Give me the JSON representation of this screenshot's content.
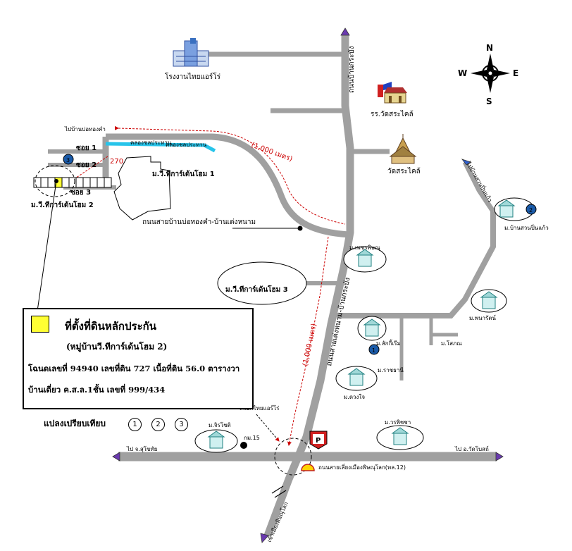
{
  "compass": {
    "n": "N",
    "s": "S",
    "e": "E",
    "w": "W"
  },
  "landmarks": {
    "factory": "โรงงานไทยแอร์โร่",
    "school": "รร.วัดสระไคล้",
    "temple": "วัดสระไคล้",
    "to_bo_thong_kham": "ไปบ้านบ่อทองคำ",
    "soi1": "ซอย  1",
    "soi2": "ซอย  2",
    "soi3": "ซอย  3",
    "dist_270": "270 เมตร",
    "dist_1000_top": "(1,000 เมตร)",
    "dist_1000_side": "(1,000 เมตร)",
    "canal1": "คลองชลประทาน",
    "canal2": "คลองชลประทาน",
    "village1": "ม.วี.ทีการ์เด้นโฮม 1",
    "village2": "ม.วี.ทีการ์เด้นโฮม 2",
    "village3": "ม.วี.ทีการ์เด้นโฮม 3",
    "road_bo_thong": "ถนนสายบ้านบ่อทองคำ-บ้านเด่งหนาม",
    "road_main_v1": "ถนนบ้านกระบัง",
    "road_main_v2": "ถนนสายเด่งหนาม-บ้านกระบัง",
    "phet": "ม.เพชรพิษณุ",
    "suan_pin": "ม.บ้านสวนปิ่นแก้ว",
    "to_suan": "ไปบ้านสวนปิ่นแก้ว",
    "phanarat": "ม.พนารัตน์",
    "lakrim": "ม.ลักกี้เรีม",
    "kosak": "ม.โสภณ",
    "ratchathani": "ม.ราชธานี",
    "duangjai": "ม.ดวงใจ",
    "jirachot": "ม.จิรโชติ",
    "km15": "กม.15",
    "dealer": "สี่แยกไทยแอร์โร่",
    "worapicha": "ม.วรพิชชา",
    "to_sukhothai": "ไป จ.สุโขทัย",
    "to_uttaradit": "ไป อ.วัดโบสถ์",
    "highway12": "ถนนสายเลี่ยงเมืองพิษณุโลก(ทล.12)",
    "to_city": "เข้าเมืองพิษณุโลก",
    "parking": "P"
  },
  "markers": {
    "m1": "1",
    "m2": "2",
    "m3": "3"
  },
  "legend": {
    "title": "ที่ตั้งที่ดินหลักประกัน",
    "subtitle": "(หมู่บ้านวี.ทีการ์เด้นโฮม 2)",
    "line1": "โฉนดเลขที่ 94940 เลขที่ดิน 727 เนื้อที่ดิน 56.0 ตารางวา",
    "line2": "บ้านเดี่ยว ค.ส.ล.1ชั้น เลขที่ 999/434",
    "swatch_color": "#ffff33"
  },
  "comparison": {
    "label": "แปลงเปรียบเทียบ",
    "items": [
      "1",
      "2",
      "3"
    ]
  }
}
